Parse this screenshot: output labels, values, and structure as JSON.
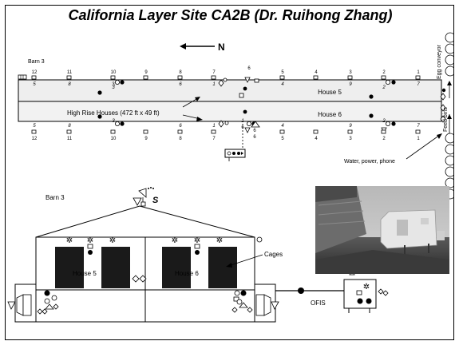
{
  "title": "California Layer Site CA2B (Dr. Ruihong Zhang)",
  "plan": {
    "north_label": "N",
    "barn_label": "Barn 3",
    "house_top_label": "House 5",
    "house_bottom_label": "House 6",
    "high_rise_label": "High Rise Houses (472 ft x 49 ft)",
    "egg_conveyor_label": "Egg conveyor",
    "feed_bins_label": "Feed bins",
    "utilities_label": "Water, power, phone",
    "fan_numbers_top": [
      "12",
      "11",
      "10",
      "9",
      "8",
      "7",
      "6",
      "5",
      "4",
      "3",
      "2",
      "1"
    ],
    "fan_numbers_bottom": [
      "12",
      "11",
      "10",
      "9",
      "8",
      "7",
      "6",
      "5",
      "4",
      "3",
      "2",
      "1"
    ],
    "row_numbers_top": [
      "5",
      "8",
      "3",
      "6",
      "1",
      "4",
      "9",
      "7"
    ],
    "row_numbers_bottom": [
      "5",
      "8",
      "3",
      "6",
      "1",
      "4",
      "9",
      "7"
    ],
    "marker_6_top": "6",
    "marker_6_bottom": "6",
    "marker_2_top": "2",
    "marker_2_bottom": "2",
    "marker_3": "3",
    "marker_1": "1"
  },
  "section": {
    "barn_label": "Barn 3",
    "sensor_label": "S",
    "house5_label": "House 5",
    "house6_label": "House 6",
    "cages_label": "Cages",
    "ofis_label": "OFIS"
  },
  "photo": {
    "icon": "trailer-photo"
  }
}
